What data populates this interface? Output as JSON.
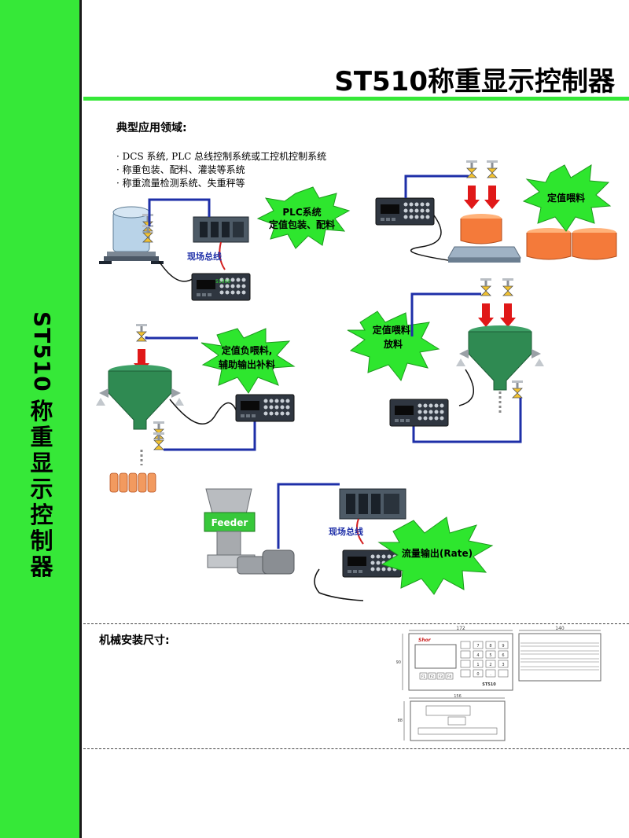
{
  "sidebar": {
    "model": "ST510",
    "product_name": "称\n重\n显\n示\n控\n制\n器"
  },
  "header": {
    "title": "ST510称重显示控制器"
  },
  "applications": {
    "heading": "典型应用领域:",
    "items": [
      "DCS 系统, PLC 总线控制系统或工控机控制系统",
      "称重包装、配料、灌装等系统",
      "称重流量检测系统、失重秤等"
    ]
  },
  "diagrams": {
    "plc_burst": [
      "PLC系统",
      "定值包装、配料"
    ],
    "fieldbus_1": "现场总线",
    "fixed_feed": "定值喂料",
    "neg_feed_burst": [
      "定值负喂料,",
      "辅助输出补料"
    ],
    "feed_discharge_burst": [
      "定值喂料,",
      "放料"
    ],
    "feeder_label": "Feeder",
    "fieldbus_2": "现场总线",
    "rate_burst": "流量输出(Rate)",
    "display_reading": "51000"
  },
  "mechanical": {
    "label": "机械安装尺寸:",
    "front_width": "172",
    "side_depth": "140",
    "front_height": "90",
    "cutout_width": "156",
    "cutout_height": "88",
    "brand": "Shor",
    "panel_model": "ST510",
    "keypad": [
      "7",
      "8",
      "9",
      "4",
      "5",
      "6",
      "1",
      "2",
      "3",
      "0",
      "."
    ],
    "fkeys": [
      "F1",
      "F2",
      "F3",
      "F4"
    ]
  },
  "colors": {
    "sidebar_green": "#36e838",
    "burst_green": "#2ee62e",
    "hopper_green": "#2f8a52",
    "tank_orange": "#f47a3a",
    "wire_blue": "#1e2fa8",
    "arrow_red": "#e01818"
  }
}
